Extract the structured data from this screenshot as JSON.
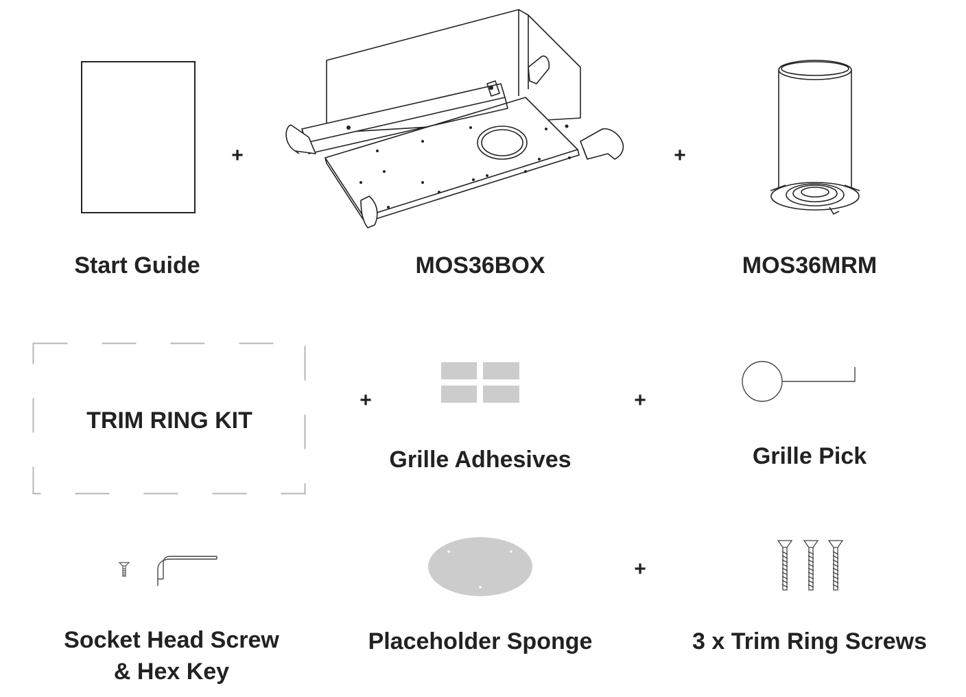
{
  "items": {
    "start_guide": {
      "label": "Start Guide"
    },
    "box": {
      "label": "MOS36BOX"
    },
    "mrm": {
      "label": "MOS36MRM"
    },
    "trim_kit": {
      "label": "TRIM RING KIT"
    },
    "adhesives": {
      "label": "Grille Adhesives"
    },
    "pick": {
      "label": "Grille Pick"
    },
    "screw_hex": {
      "label_line1": "Socket Head Screw",
      "label_line2": "& Hex Key"
    },
    "sponge": {
      "label": "Placeholder Sponge"
    },
    "trim_screws": {
      "label": "3 x Trim Ring Screws"
    }
  },
  "separators": {
    "plus": "+"
  },
  "colors": {
    "line": "#222222",
    "fill_gray": "#cccccc",
    "dash": "#b5b5b5"
  }
}
